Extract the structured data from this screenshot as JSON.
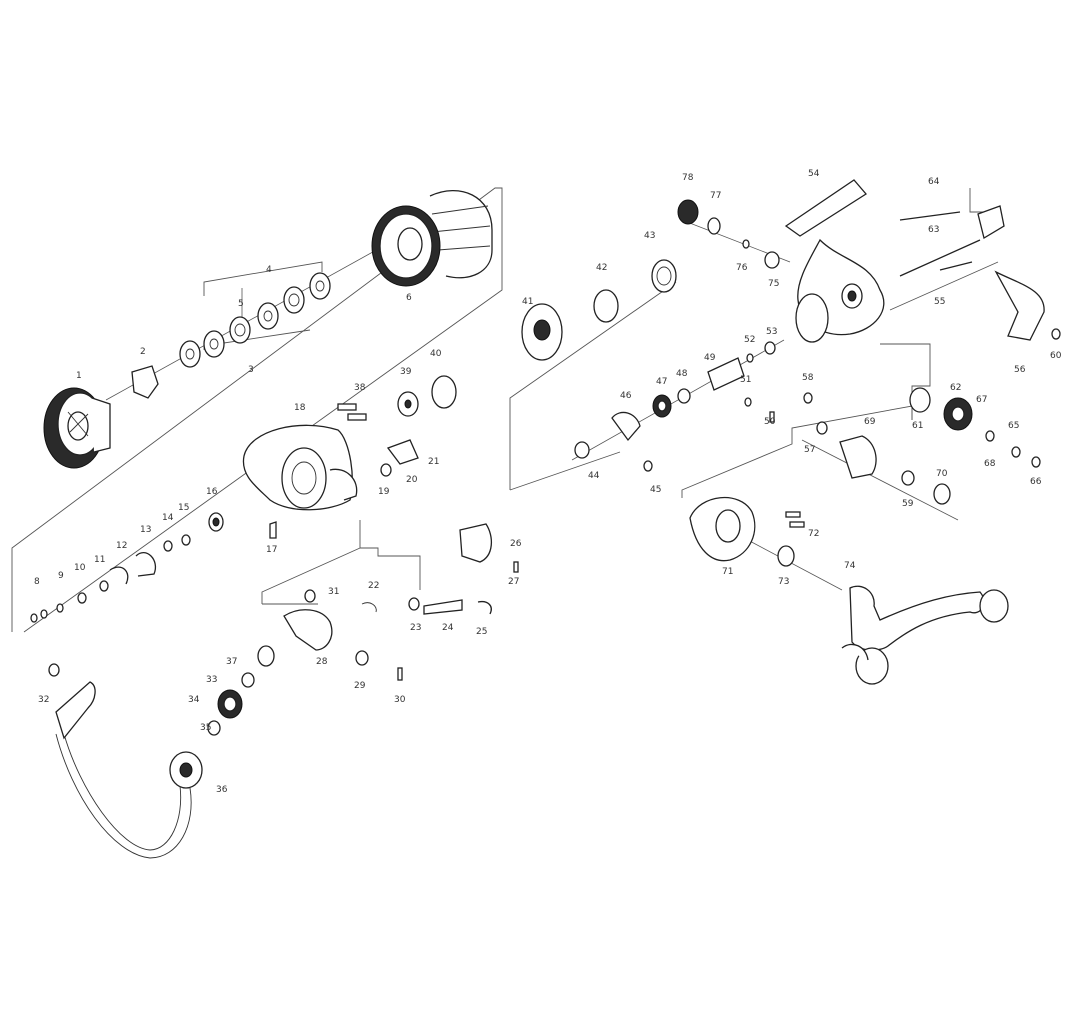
{
  "part_numbers": {
    "p1": "1",
    "p2": "2",
    "p3": "3",
    "p4": "4",
    "p5": "5",
    "p6": "6",
    "p8": "8",
    "p9": "9",
    "p10": "10",
    "p11": "11",
    "p12": "12",
    "p13": "13",
    "p14": "14",
    "p15": "15",
    "p16": "16",
    "p17": "17",
    "p18": "18",
    "p19": "19",
    "p20": "20",
    "p21": "21",
    "p22": "22",
    "p23": "23",
    "p24": "24",
    "p25": "25",
    "p26": "26",
    "p27": "27",
    "p28": "28",
    "p29": "29",
    "p30": "30",
    "p31": "31",
    "p32": "32",
    "p33": "33",
    "p34": "34",
    "p35": "35",
    "p36": "36",
    "p37": "37",
    "p38": "38",
    "p39": "39",
    "p40": "40",
    "p41": "41",
    "p42": "42",
    "p43": "43",
    "p44": "44",
    "p45": "45",
    "p46": "46",
    "p47": "47",
    "p48": "48",
    "p49": "49",
    "p50": "50",
    "p51": "51",
    "p52": "52",
    "p53": "53",
    "p54": "54",
    "p55": "55",
    "p56": "56",
    "p57": "57",
    "p58": "58",
    "p59": "59",
    "p60": "60",
    "p61": "61",
    "p62": "62",
    "p63": "63",
    "p64": "64",
    "p65": "65",
    "p66": "66",
    "p67": "67",
    "p68": "68",
    "p69": "69",
    "p70": "70",
    "p71": "71",
    "p72": "72",
    "p73": "73",
    "p74": "74",
    "p75": "75",
    "p76": "76",
    "p77": "77",
    "p78": "78"
  }
}
